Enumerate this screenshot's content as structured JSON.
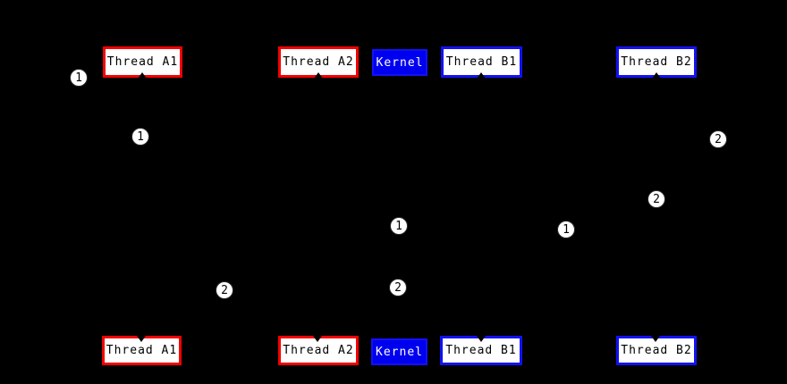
{
  "diagram": {
    "background_color": "#000000",
    "colors": {
      "thread_a_outline": "#f40000",
      "thread_b_outline": "#1212f4",
      "kernel_fill": "#0000f0",
      "node_fill": "#ffffff",
      "node_text": "#000000",
      "kernel_text": "#ffffff",
      "marker_fill": "#ffffff",
      "marker_text": "#000000"
    },
    "nodes": {
      "top": [
        {
          "label": "Thread A1",
          "variant": "red"
        },
        {
          "label": "Thread A2",
          "variant": "red"
        },
        {
          "label": "Kernel",
          "variant": "kernel"
        },
        {
          "label": "Thread B1",
          "variant": "blue"
        },
        {
          "label": "Thread B2",
          "variant": "blue"
        }
      ],
      "bottom": [
        {
          "label": "Thread A1",
          "variant": "red"
        },
        {
          "label": "Thread A2",
          "variant": "red"
        },
        {
          "label": "Kernel",
          "variant": "kernel"
        },
        {
          "label": "Thread B1",
          "variant": "blue"
        },
        {
          "label": "Thread B2",
          "variant": "blue"
        }
      ]
    },
    "markers": [
      {
        "label": "1"
      },
      {
        "label": "1"
      },
      {
        "label": "2"
      },
      {
        "label": "2"
      },
      {
        "label": "1"
      },
      {
        "label": "1"
      },
      {
        "label": "2"
      },
      {
        "label": "2"
      }
    ]
  }
}
